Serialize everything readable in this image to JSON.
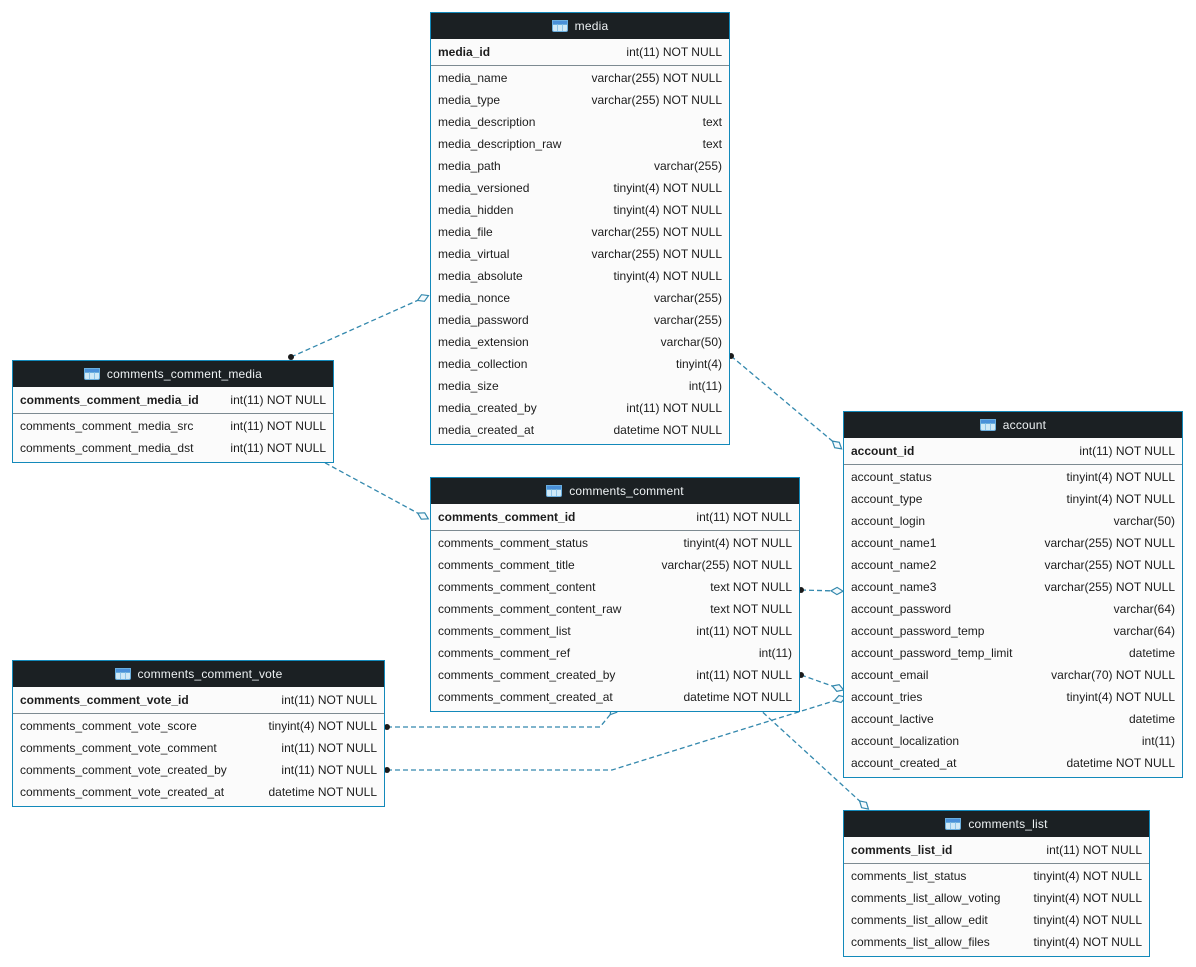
{
  "diagram": {
    "tables": [
      {
        "id": "media",
        "title": "media",
        "columns": [
          {
            "name": "media_id",
            "type": "int(11) NOT NULL",
            "pk": true
          },
          {
            "name": "media_name",
            "type": "varchar(255) NOT NULL"
          },
          {
            "name": "media_type",
            "type": "varchar(255) NOT NULL"
          },
          {
            "name": "media_description",
            "type": "text"
          },
          {
            "name": "media_description_raw",
            "type": "text"
          },
          {
            "name": "media_path",
            "type": "varchar(255)"
          },
          {
            "name": "media_versioned",
            "type": "tinyint(4) NOT NULL"
          },
          {
            "name": "media_hidden",
            "type": "tinyint(4) NOT NULL"
          },
          {
            "name": "media_file",
            "type": "varchar(255) NOT NULL"
          },
          {
            "name": "media_virtual",
            "type": "varchar(255) NOT NULL"
          },
          {
            "name": "media_absolute",
            "type": "tinyint(4) NOT NULL"
          },
          {
            "name": "media_nonce",
            "type": "varchar(255)"
          },
          {
            "name": "media_password",
            "type": "varchar(255)"
          },
          {
            "name": "media_extension",
            "type": "varchar(50)"
          },
          {
            "name": "media_collection",
            "type": "tinyint(4)"
          },
          {
            "name": "media_size",
            "type": "int(11)"
          },
          {
            "name": "media_created_by",
            "type": "int(11) NOT NULL"
          },
          {
            "name": "media_created_at",
            "type": "datetime NOT NULL"
          }
        ]
      },
      {
        "id": "comments_comment_media",
        "title": "comments_comment_media",
        "columns": [
          {
            "name": "comments_comment_media_id",
            "type": "int(11) NOT NULL",
            "pk": true
          },
          {
            "name": "comments_comment_media_src",
            "type": "int(11) NOT NULL"
          },
          {
            "name": "comments_comment_media_dst",
            "type": "int(11) NOT NULL"
          }
        ]
      },
      {
        "id": "comments_comment",
        "title": "comments_comment",
        "columns": [
          {
            "name": "comments_comment_id",
            "type": "int(11) NOT NULL",
            "pk": true
          },
          {
            "name": "comments_comment_status",
            "type": "tinyint(4) NOT NULL"
          },
          {
            "name": "comments_comment_title",
            "type": "varchar(255) NOT NULL"
          },
          {
            "name": "comments_comment_content",
            "type": "text NOT NULL"
          },
          {
            "name": "comments_comment_content_raw",
            "type": "text NOT NULL"
          },
          {
            "name": "comments_comment_list",
            "type": "int(11) NOT NULL"
          },
          {
            "name": "comments_comment_ref",
            "type": "int(11)"
          },
          {
            "name": "comments_comment_created_by",
            "type": "int(11) NOT NULL"
          },
          {
            "name": "comments_comment_created_at",
            "type": "datetime NOT NULL"
          }
        ]
      },
      {
        "id": "comments_comment_vote",
        "title": "comments_comment_vote",
        "columns": [
          {
            "name": "comments_comment_vote_id",
            "type": "int(11) NOT NULL",
            "pk": true
          },
          {
            "name": "comments_comment_vote_score",
            "type": "tinyint(4) NOT NULL"
          },
          {
            "name": "comments_comment_vote_comment",
            "type": "int(11) NOT NULL"
          },
          {
            "name": "comments_comment_vote_created_by",
            "type": "int(11) NOT NULL"
          },
          {
            "name": "comments_comment_vote_created_at",
            "type": "datetime NOT NULL"
          }
        ]
      },
      {
        "id": "account",
        "title": "account",
        "columns": [
          {
            "name": "account_id",
            "type": "int(11) NOT NULL",
            "pk": true
          },
          {
            "name": "account_status",
            "type": "tinyint(4) NOT NULL"
          },
          {
            "name": "account_type",
            "type": "tinyint(4) NOT NULL"
          },
          {
            "name": "account_login",
            "type": "varchar(50)"
          },
          {
            "name": "account_name1",
            "type": "varchar(255) NOT NULL"
          },
          {
            "name": "account_name2",
            "type": "varchar(255) NOT NULL"
          },
          {
            "name": "account_name3",
            "type": "varchar(255) NOT NULL"
          },
          {
            "name": "account_password",
            "type": "varchar(64)"
          },
          {
            "name": "account_password_temp",
            "type": "varchar(64)"
          },
          {
            "name": "account_password_temp_limit",
            "type": "datetime"
          },
          {
            "name": "account_email",
            "type": "varchar(70) NOT NULL"
          },
          {
            "name": "account_tries",
            "type": "tinyint(4) NOT NULL"
          },
          {
            "name": "account_lactive",
            "type": "datetime"
          },
          {
            "name": "account_localization",
            "type": "int(11)"
          },
          {
            "name": "account_created_at",
            "type": "datetime NOT NULL"
          }
        ]
      },
      {
        "id": "comments_list",
        "title": "comments_list",
        "columns": [
          {
            "name": "comments_list_id",
            "type": "int(11) NOT NULL",
            "pk": true
          },
          {
            "name": "comments_list_status",
            "type": "tinyint(4) NOT NULL"
          },
          {
            "name": "comments_list_allow_voting",
            "type": "tinyint(4) NOT NULL"
          },
          {
            "name": "comments_list_allow_edit",
            "type": "tinyint(4) NOT NULL"
          },
          {
            "name": "comments_list_allow_files",
            "type": "tinyint(4) NOT NULL"
          }
        ]
      }
    ],
    "relationships": [
      {
        "from": "comments_comment_media",
        "to": "media"
      },
      {
        "from": "comments_comment_media",
        "to": "comments_comment"
      },
      {
        "from": "media",
        "to": "account"
      },
      {
        "from": "comments_comment",
        "to": "account"
      },
      {
        "from": "comments_comment",
        "to": "account"
      },
      {
        "from": "comments_comment_vote",
        "to": "comments_comment"
      },
      {
        "from": "comments_comment_vote",
        "to": "account"
      },
      {
        "from": "comments_comment",
        "to": "comments_list"
      }
    ]
  },
  "colors": {
    "table_border": "#1389ba",
    "header_bg": "#1b2023",
    "header_text": "#eef2f4",
    "line": "#3388ad",
    "body_bg": "#fbfbfb",
    "pk_sep": "#7d8a91"
  }
}
